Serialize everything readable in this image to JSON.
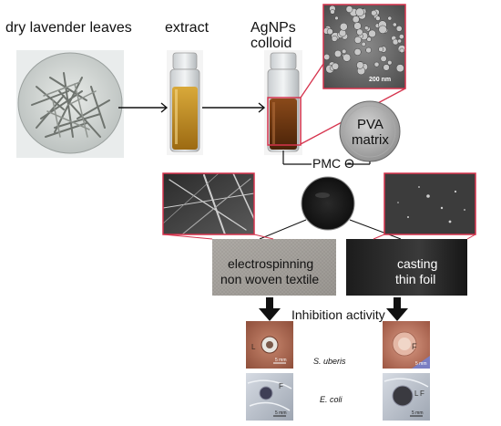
{
  "labels": {
    "leaves": "dry lavender leaves",
    "extract": "extract",
    "agnps": [
      "AgNPs",
      "colloid"
    ],
    "sem_scale": "200 nm",
    "pva": [
      "PVA",
      "matrix"
    ],
    "pmc": "PMC Θ",
    "electrospinning": [
      "electrospinning",
      "non woven textile"
    ],
    "casting": [
      "casting",
      "thin foil"
    ],
    "inhibition": "Inhibition activity",
    "bacteria": [
      "S. uberis",
      "E. coli"
    ],
    "scale_bar": "5 mm",
    "plate_letters": [
      "L",
      "F",
      "F",
      "L",
      "F"
    ]
  },
  "colors": {
    "accent_frame": "#d6334d",
    "arrow": "#111111",
    "text": "#111111"
  }
}
